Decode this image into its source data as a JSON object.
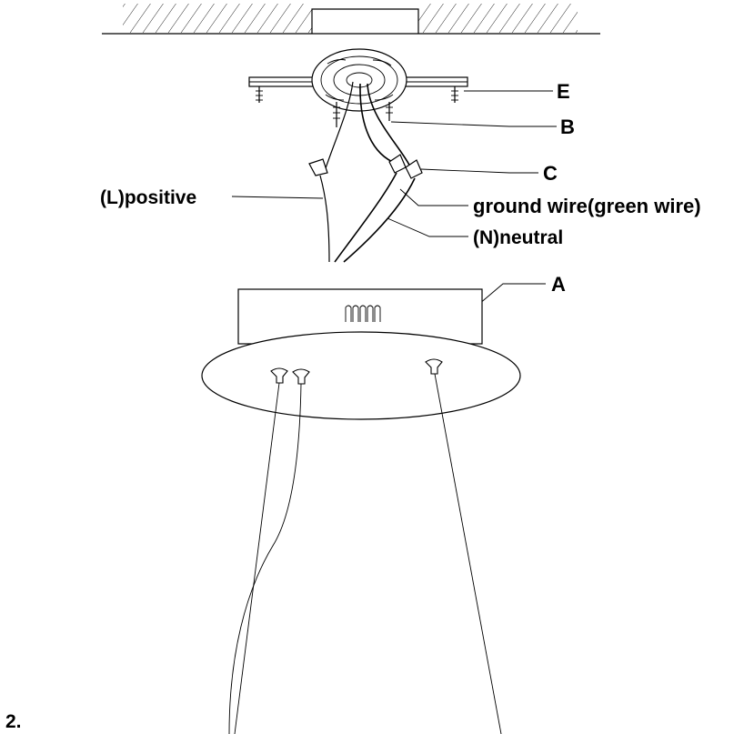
{
  "labels": {
    "E": "E",
    "B": "B",
    "C": "C",
    "A": "A",
    "positive": "(L)positive",
    "ground": "ground wire(green wire)",
    "neutral": "(N)neutral"
  },
  "step_number": "2."
}
